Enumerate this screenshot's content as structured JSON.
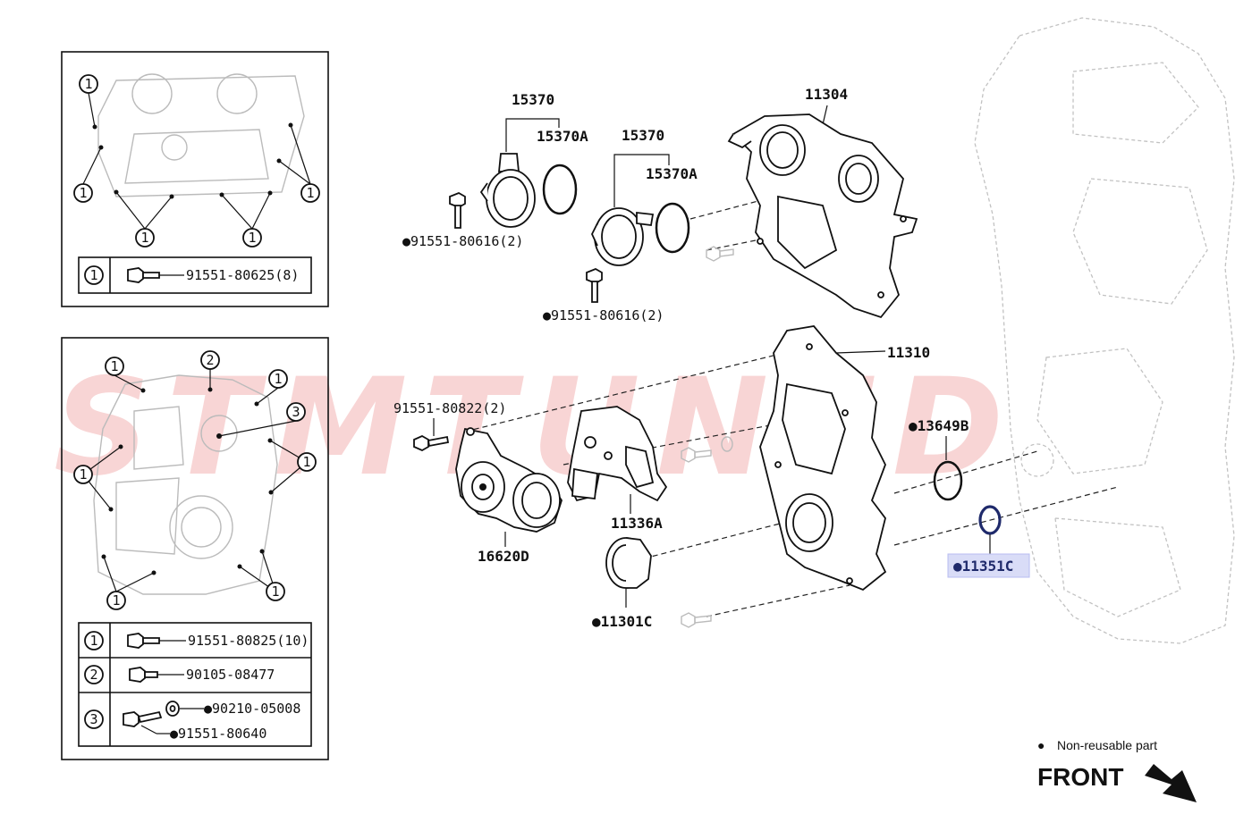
{
  "watermark": {
    "text": "STMTUNED",
    "color_left": "#f4b4b4",
    "color_right": "#dcdcdc"
  },
  "inset_top": {
    "callout": "1",
    "table": [
      {
        "key": "1",
        "part": "91551-80625(8)"
      }
    ]
  },
  "inset_bottom": {
    "callouts": [
      "1",
      "2",
      "3"
    ],
    "table": [
      {
        "key": "1",
        "part": "91551-80825(10)"
      },
      {
        "key": "2",
        "part": "90105-08477"
      },
      {
        "key": "3",
        "part": "●90210-05008",
        "part2": "●91551-80640"
      }
    ]
  },
  "labels": {
    "l15370_a": "15370",
    "l15370a_a": "15370A",
    "l15370_b": "15370",
    "l15370a_b": "15370A",
    "l91551_80616_a": "●91551-80616(2)",
    "l91551_80616_b": "●91551-80616(2)",
    "l11304": "11304",
    "l11310": "11310",
    "l91551_80822": "91551-80822(2)",
    "l13649b": "●13649B",
    "l11336a": "11336A",
    "l16620d": "16620D",
    "l11301c": "●11301C",
    "l11351c": "●11351C"
  },
  "highlight": {
    "part": "11351C",
    "color": "#1f2a6b",
    "bg": "#d9dcf7"
  },
  "legend": {
    "symbol": "●",
    "text": "Non-reusable part"
  },
  "front": {
    "text": "FRONT"
  }
}
